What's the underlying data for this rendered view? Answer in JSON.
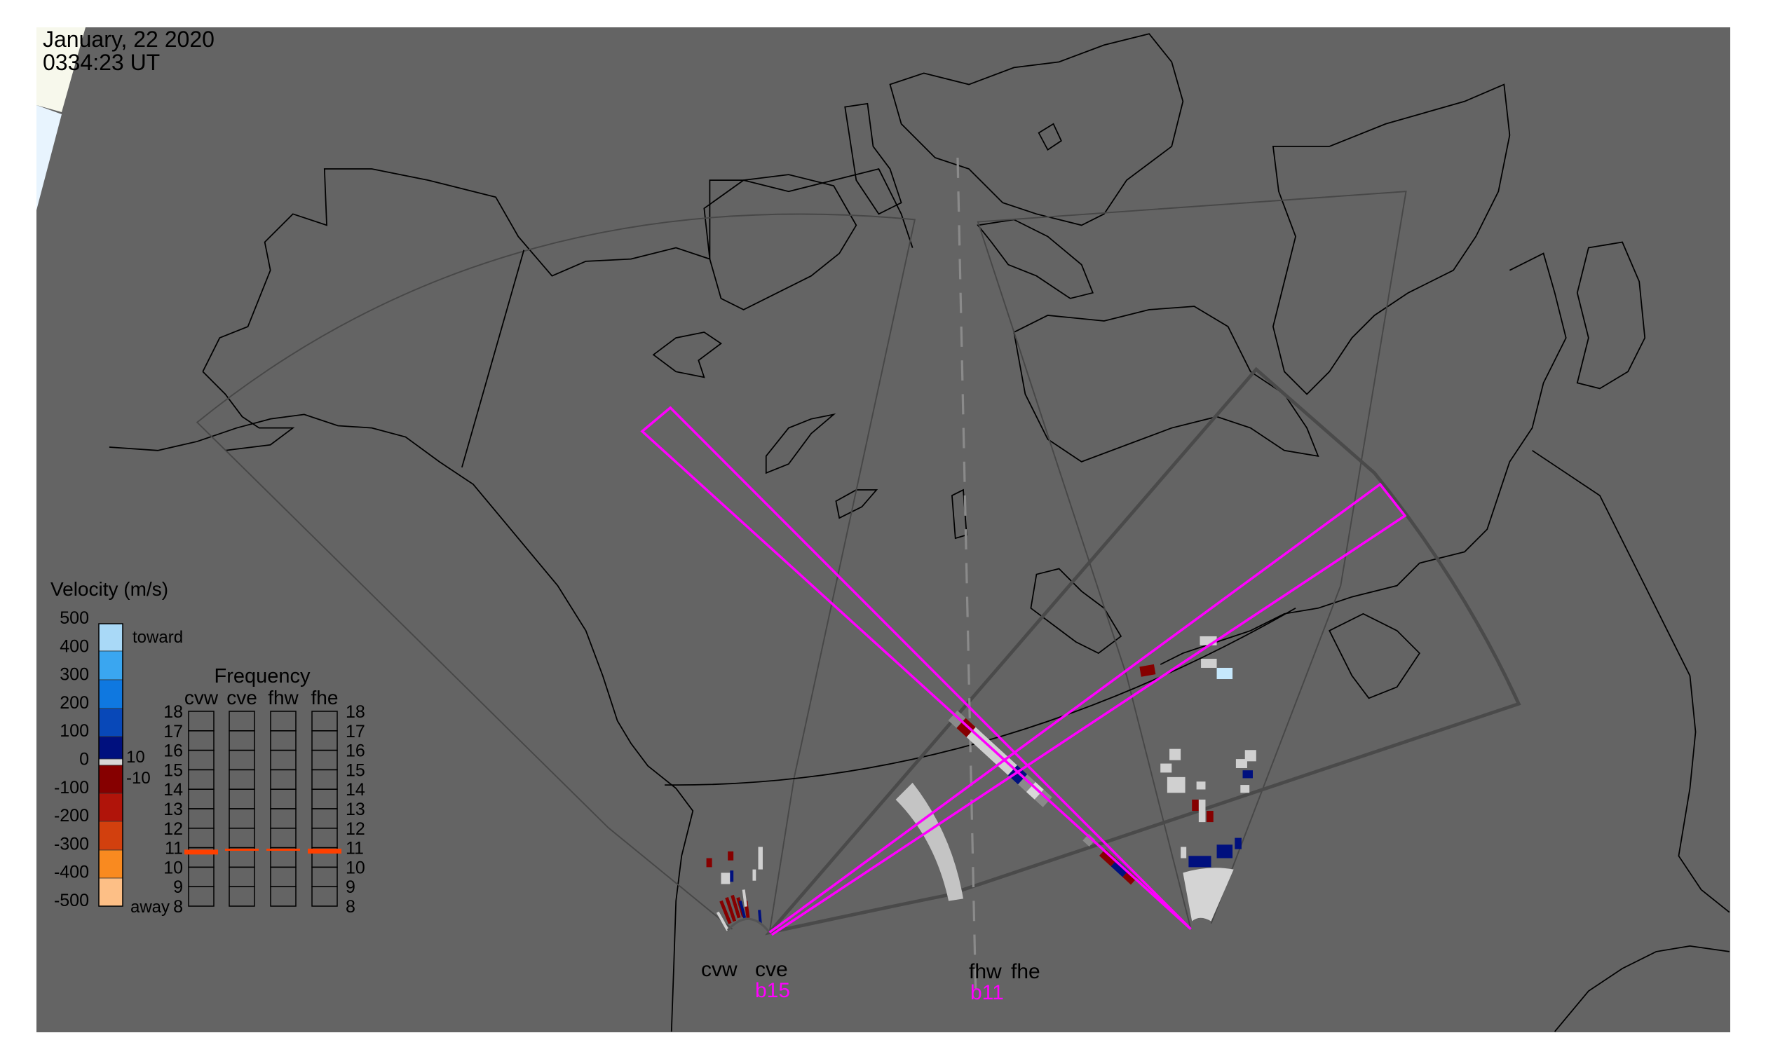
{
  "header": {
    "date": "January, 22 2020",
    "time": "0334:23 UT"
  },
  "radars": [
    {
      "code": "cvw"
    },
    {
      "code": "cve"
    },
    {
      "code": "fhw"
    },
    {
      "code": "fhe"
    }
  ],
  "beams": [
    {
      "radar": "cve",
      "label": "b15"
    },
    {
      "radar": "fhw",
      "label": "b11"
    }
  ],
  "velocity_legend": {
    "title": "Velocity (m/s)",
    "ticks": [
      "500",
      "400",
      "300",
      "200",
      "100",
      "0",
      "-100",
      "-200",
      "-300",
      "-400",
      "-500"
    ],
    "toward_label": "toward",
    "away_label": "away",
    "ground_scatter_upper": "10",
    "ground_scatter_lower": "-10",
    "colors": [
      "#a9d9f7",
      "#3aa6f0",
      "#0f78e0",
      "#0848b8",
      "#0a2a9a",
      "#00107e",
      "#d8d8d8",
      "#860000",
      "#b0140a",
      "#d2400e",
      "#f98a20",
      "#fdbf86"
    ]
  },
  "frequency_legend": {
    "title": "Frequency",
    "ticks": [
      "18",
      "17",
      "16",
      "15",
      "14",
      "13",
      "12",
      "11",
      "10",
      "9",
      "8"
    ],
    "range": [
      8,
      18
    ],
    "columns": [
      {
        "label": "cvw",
        "freq_low": 10.65,
        "freq_high": 10.9
      },
      {
        "label": "cve",
        "freq_low": 10.88,
        "freq_high": 10.95
      },
      {
        "label": "fhw",
        "freq_low": 10.88,
        "freq_high": 10.95
      },
      {
        "label": "fhe",
        "freq_low": 10.7,
        "freq_high": 10.95
      }
    ],
    "bar_color": "#ff4000"
  },
  "colors": {
    "map_bg": "#646464",
    "beam": "#ff00ff",
    "land_line": "#000000",
    "ground_scatter": "#cccccc"
  }
}
